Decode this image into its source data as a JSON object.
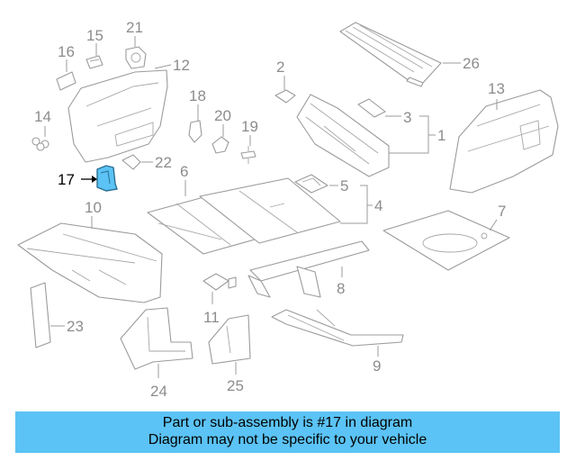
{
  "callouts": {
    "n1": "1",
    "n2": "2",
    "n3": "3",
    "n4": "4",
    "n5": "5",
    "n6": "6",
    "n7": "7",
    "n8": "8",
    "n9": "9",
    "n10": "10",
    "n11": "11",
    "n12": "12",
    "n13": "13",
    "n14": "14",
    "n15": "15",
    "n16": "16",
    "n17": "17",
    "n18": "18",
    "n19": "19",
    "n20": "20",
    "n21": "21",
    "n22": "22",
    "n23": "23",
    "n24": "24",
    "n25": "25",
    "n26": "26"
  },
  "highlight": {
    "part": "17",
    "color": "#5bc3f5"
  },
  "banner": {
    "line1": "Part or sub-assembly is #17 in diagram",
    "line2": "Diagram may not be specific to your vehicle",
    "background": "#5bc3f5"
  }
}
